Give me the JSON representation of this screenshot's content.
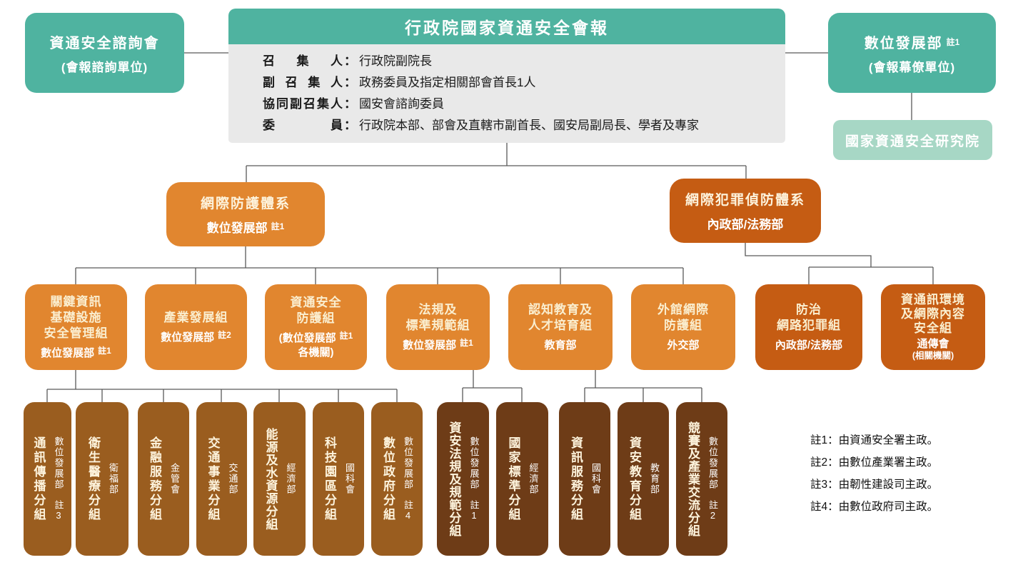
{
  "advisory_box": {
    "title": "資通安全諮詢會",
    "subtitle": "(會報諮詢單位)"
  },
  "main_box": {
    "title": "行政院國家資通安全會報",
    "roles": [
      {
        "label": "召集人",
        "sep": "：",
        "value": "行政院副院長"
      },
      {
        "label": "副召集人",
        "sep": "：",
        "value": "政務委員及指定相關部會首長1人"
      },
      {
        "label": "協同副召集人",
        "sep": "：",
        "value": "國安會諮詢委員"
      },
      {
        "label": "委員",
        "sep": "：",
        "value": "行政院本部、部會及直轄市副首長、國安局副局長、學者及專家"
      }
    ]
  },
  "secretariat_box": {
    "title": "數位發展部",
    "note": "註1",
    "subtitle": "(會報幕僚單位)"
  },
  "research_box": {
    "title": "國家資通安全研究院"
  },
  "systems": {
    "protection": {
      "title": "網際防護體系",
      "dept": "數位發展部",
      "note": "註1"
    },
    "crime": {
      "title": "網際犯罪偵防體系",
      "dept": "內政部/法務部"
    }
  },
  "groups": [
    {
      "line1": "關鍵資訊",
      "line2": "基礎設施",
      "line3": "安全管理組",
      "dept": "數位發展部",
      "note": "註1"
    },
    {
      "line1": "產業發展組",
      "dept": "數位發展部",
      "note": "註2"
    },
    {
      "line1": "資通安全",
      "line2": "防護組",
      "dept": "(數位發展部",
      "note": "註1",
      "dept2": "各機關)"
    },
    {
      "line1": "法規及",
      "line2": "標準規範組",
      "dept": "數位發展部",
      "note": "註1"
    },
    {
      "line1": "認知教育及",
      "line2": "人才培育組",
      "dept": "教育部"
    },
    {
      "line1": "外館網際",
      "line2": "防護組",
      "dept": "外交部"
    },
    {
      "line1": "防治",
      "line2": "網路犯罪組",
      "dept": "內政部/法務部"
    },
    {
      "line1": "資通訊環境",
      "line2": "及網際內容",
      "line3": "安全組",
      "dept": "通傳會",
      "dept2": "(相關機關)"
    }
  ],
  "subgroups": {
    "g1": [
      {
        "name": "通訊傳播分組",
        "dept": "數位發展部",
        "note": "註3"
      },
      {
        "name": "衛生醫療分組",
        "dept": "衛福部"
      },
      {
        "name": "金融服務分組",
        "dept": "金管會"
      },
      {
        "name": "交通事業分組",
        "dept": "交通部"
      },
      {
        "name": "能源及水資源分組",
        "dept": "經濟部"
      },
      {
        "name": "科技園區分組",
        "dept": "國科會"
      },
      {
        "name": "數位政府分組",
        "dept": "數位發展部",
        "note": "註4"
      }
    ],
    "g2": [
      {
        "name": "資安法規及規範分組",
        "dept": "數位發展部",
        "note": "註1"
      },
      {
        "name": "國家標準分組",
        "dept": "經濟部"
      }
    ],
    "g3": [
      {
        "name": "資訊服務分組",
        "dept": "國科會"
      },
      {
        "name": "資安教育分組",
        "dept": "教育部"
      },
      {
        "name": "競賽及產業交流分組",
        "dept": "數位發展部",
        "note": "註2"
      }
    ]
  },
  "notes": [
    "註1：由資通安全署主政。",
    "註2：由數位產業署主政。",
    "註3：由韌性建設司主政。",
    "註4：由數位政府司主政。"
  ],
  "colors": {
    "teal": "#4fb3a0",
    "teal_light": "#a7d7c5",
    "panel_gray": "#e9e9e9",
    "orange": "#e1862f",
    "orange_dark": "#c55c13",
    "brown": "#9a5d1f",
    "brown_dark": "#6e3c17",
    "connector": "#595959"
  }
}
